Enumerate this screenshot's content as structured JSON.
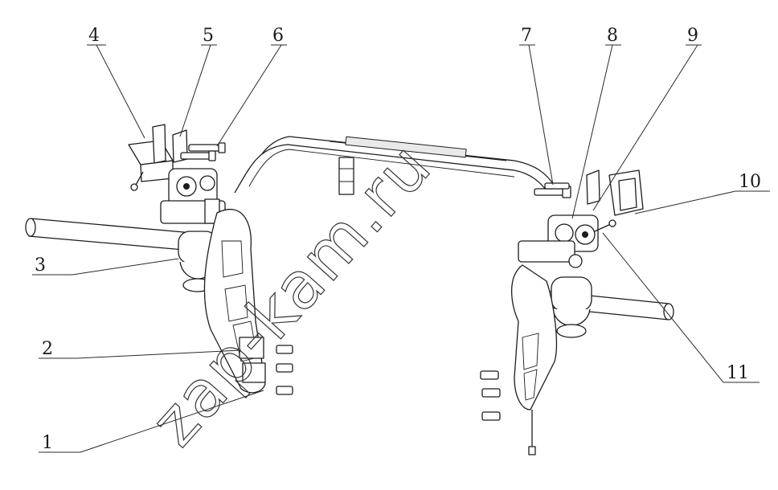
{
  "watermark": "zap-kam.ru",
  "callouts": [
    {
      "id": "1",
      "label": "1"
    },
    {
      "id": "2",
      "label": "2"
    },
    {
      "id": "3",
      "label": "3"
    },
    {
      "id": "4",
      "label": "4"
    },
    {
      "id": "5",
      "label": "5"
    },
    {
      "id": "6",
      "label": "6"
    },
    {
      "id": "7",
      "label": "7"
    },
    {
      "id": "8",
      "label": "8"
    },
    {
      "id": "9",
      "label": "9"
    },
    {
      "id": "10",
      "label": "10"
    },
    {
      "id": "11",
      "label": "11"
    }
  ]
}
